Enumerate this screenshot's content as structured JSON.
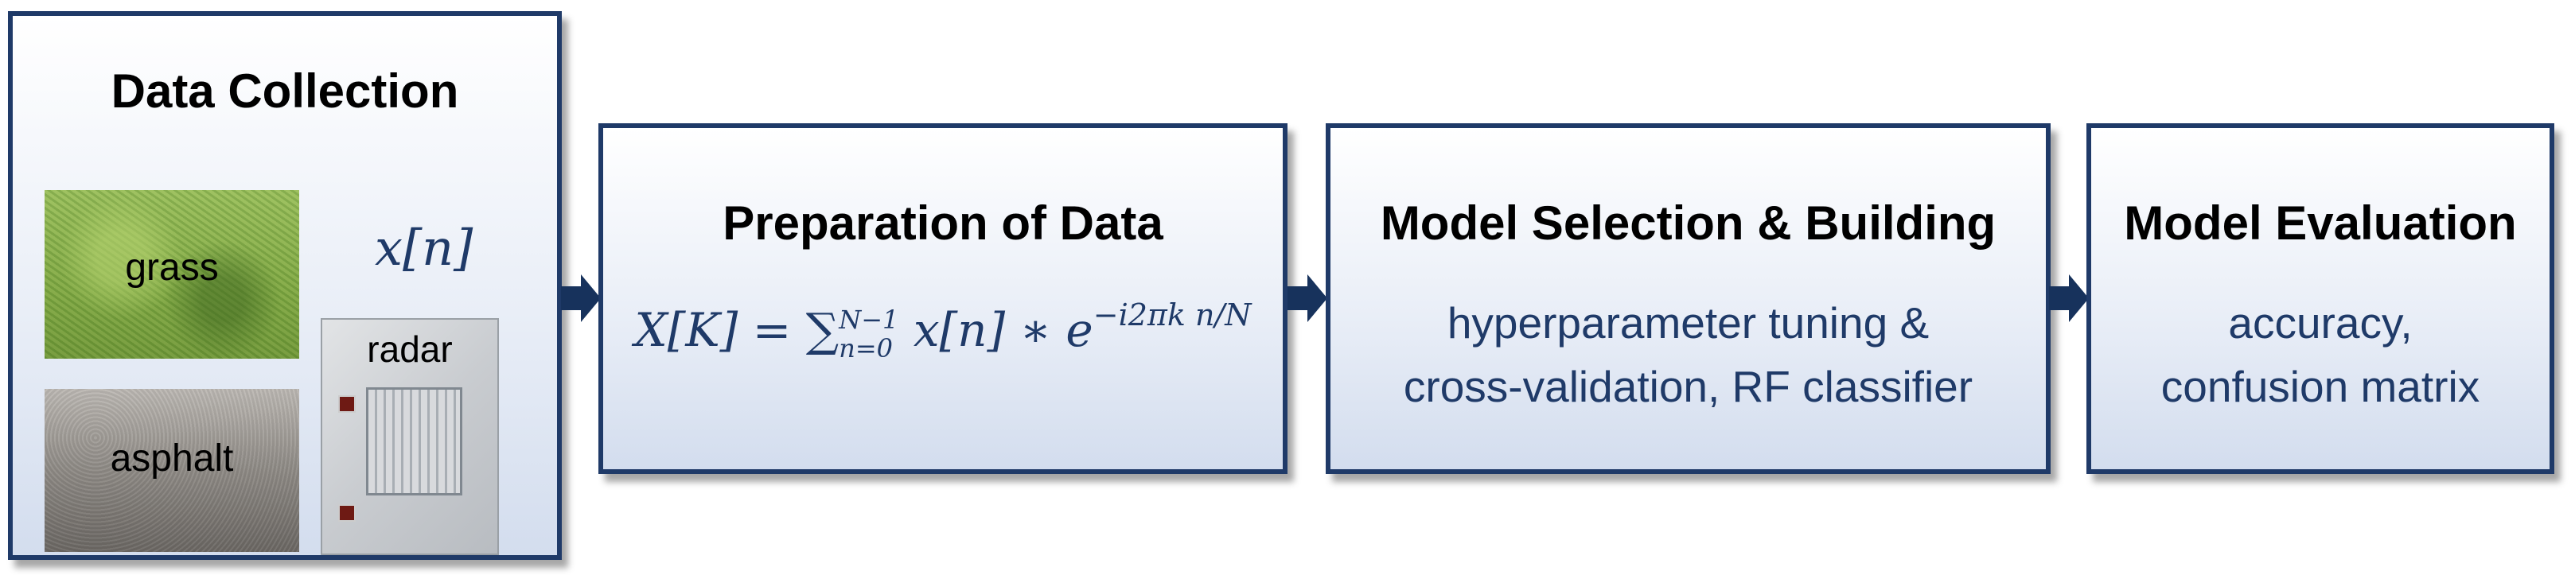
{
  "stages": {
    "data_collection": {
      "title": "Data Collection",
      "images": {
        "grass": "grass",
        "asphalt": "asphalt",
        "radar": "radar"
      },
      "signal": "x[n]"
    },
    "preparation": {
      "title": "Preparation of Data",
      "formula": {
        "lhs": "X[K] = ",
        "sum": "∑",
        "sum_upper": "N−1",
        "sum_lower": "n=0",
        "term": " x[n] ∗ e",
        "exponent": "−i2πk n/N"
      }
    },
    "model_building": {
      "title": "Model Selection & Building",
      "line1": "hyperparameter tuning &",
      "line2": "cross-validation, RF classifier"
    },
    "evaluation": {
      "title": "Model Evaluation",
      "line1": "accuracy,",
      "line2": "confusion matrix"
    }
  },
  "colors": {
    "border": "#1f3a68",
    "arrow": "#17325c",
    "text_accent": "#1f3a68"
  },
  "icons": [
    "arrow-right-icon",
    "arrow-right-icon",
    "arrow-right-icon"
  ]
}
